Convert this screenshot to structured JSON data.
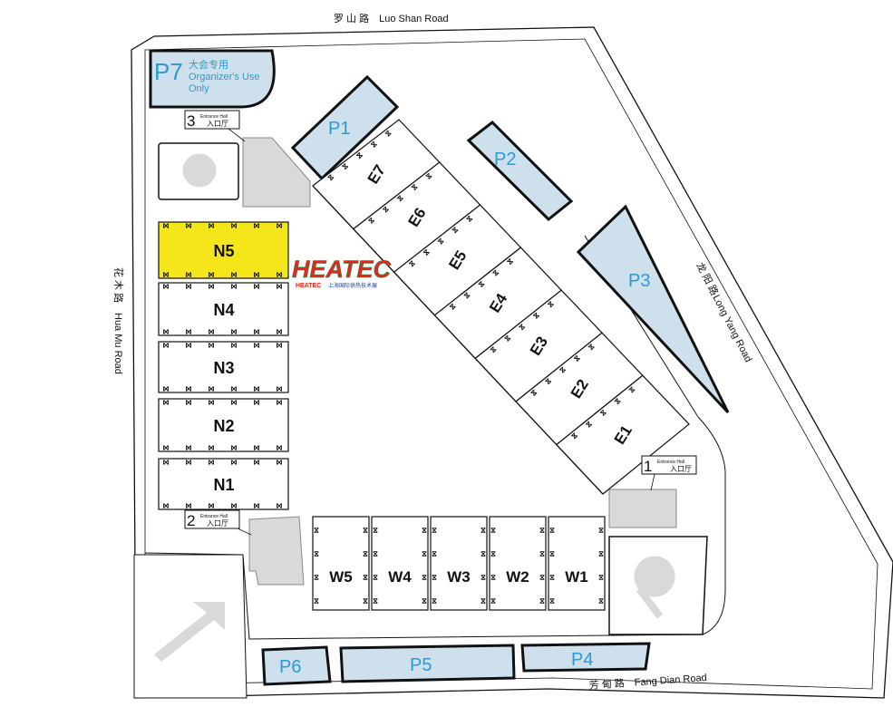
{
  "roads": {
    "north": "罗 山 路　Luo Shan Road",
    "west_cn": "花 木 路",
    "west_en": "Hua Mu Road",
    "east_cn": "龙 阳 路",
    "east_en": "Long Yang Road",
    "south": "芳 甸 路　Fang Dian Road"
  },
  "parking": {
    "p1": "P1",
    "p2": "P2",
    "p3": "P3",
    "p4": "P4",
    "p5": "P5",
    "p6": "P6",
    "p7": "P7",
    "p7_cn": "大会专用",
    "p7_en1": "Organizer's Use",
    "p7_en2": "Only"
  },
  "halls": {
    "north": [
      "N5",
      "N4",
      "N3",
      "N2",
      "N1"
    ],
    "east": [
      "E7",
      "E6",
      "E5",
      "E4",
      "E3",
      "E2",
      "E1"
    ],
    "west": [
      "W5",
      "W4",
      "W3",
      "W2",
      "W1"
    ],
    "highlighted": "N5"
  },
  "entrances": {
    "e1": {
      "num": "1",
      "en": "Entrance Hall",
      "cn": "入口厅"
    },
    "e2": {
      "num": "2",
      "en": "Entrance Hall",
      "cn": "入口厅"
    },
    "e3": {
      "num": "3",
      "en": "Entrance Hall",
      "cn": "入口厅"
    }
  },
  "logo": {
    "main": "HEATEC",
    "sub": "HEATEC",
    "cn": "上海国际供热技术展"
  },
  "colors": {
    "highlight": "#f5e61b",
    "parking": "#cde0ec",
    "parking_label": "#2a9bd6",
    "logo_red": "#e52521",
    "logo_green": "#1f8a3b",
    "logo_blue": "#1d3f8f"
  }
}
